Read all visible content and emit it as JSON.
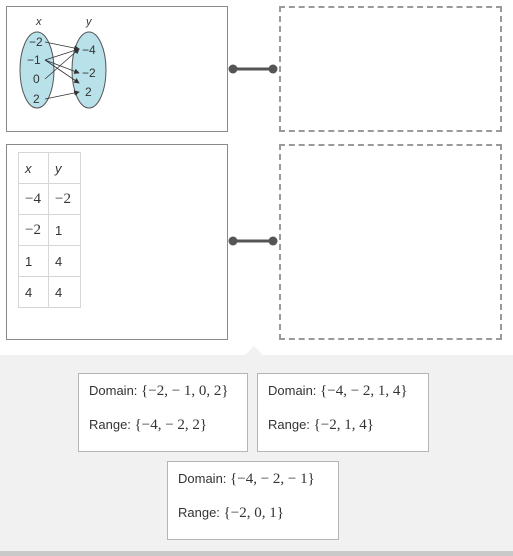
{
  "mapping_card": {
    "x_header": "x",
    "y_header": "y",
    "domain_values": [
      "−2",
      "−1",
      "0",
      "2"
    ],
    "range_values": [
      "−4",
      "−2",
      "2"
    ]
  },
  "table_card": {
    "headers": [
      "x",
      "y"
    ],
    "rows": [
      [
        "−4",
        "−2"
      ],
      [
        "−2",
        "1"
      ],
      [
        "1",
        "4"
      ],
      [
        "4",
        "4"
      ]
    ]
  },
  "answers": [
    {
      "domain_label": "Domain: ",
      "domain_set": "{−2,  − 1, 0, 2}",
      "range_label": "Range: ",
      "range_set": "{−4,  − 2, 2}"
    },
    {
      "domain_label": "Domain: ",
      "domain_set": "{−4,  − 2, 1, 4}",
      "range_label": "Range: ",
      "range_set": "{−2, 1, 4}"
    },
    {
      "domain_label": "Domain: ",
      "domain_set": "{−4,  − 2,  − 1}",
      "range_label": "Range: ",
      "range_set": "{−2, 0, 1}"
    }
  ],
  "colors": {
    "oval_fill": "#b9e1ea",
    "oval_stroke": "#555555",
    "connector": "#555555",
    "tray": "#f1f1f1"
  }
}
